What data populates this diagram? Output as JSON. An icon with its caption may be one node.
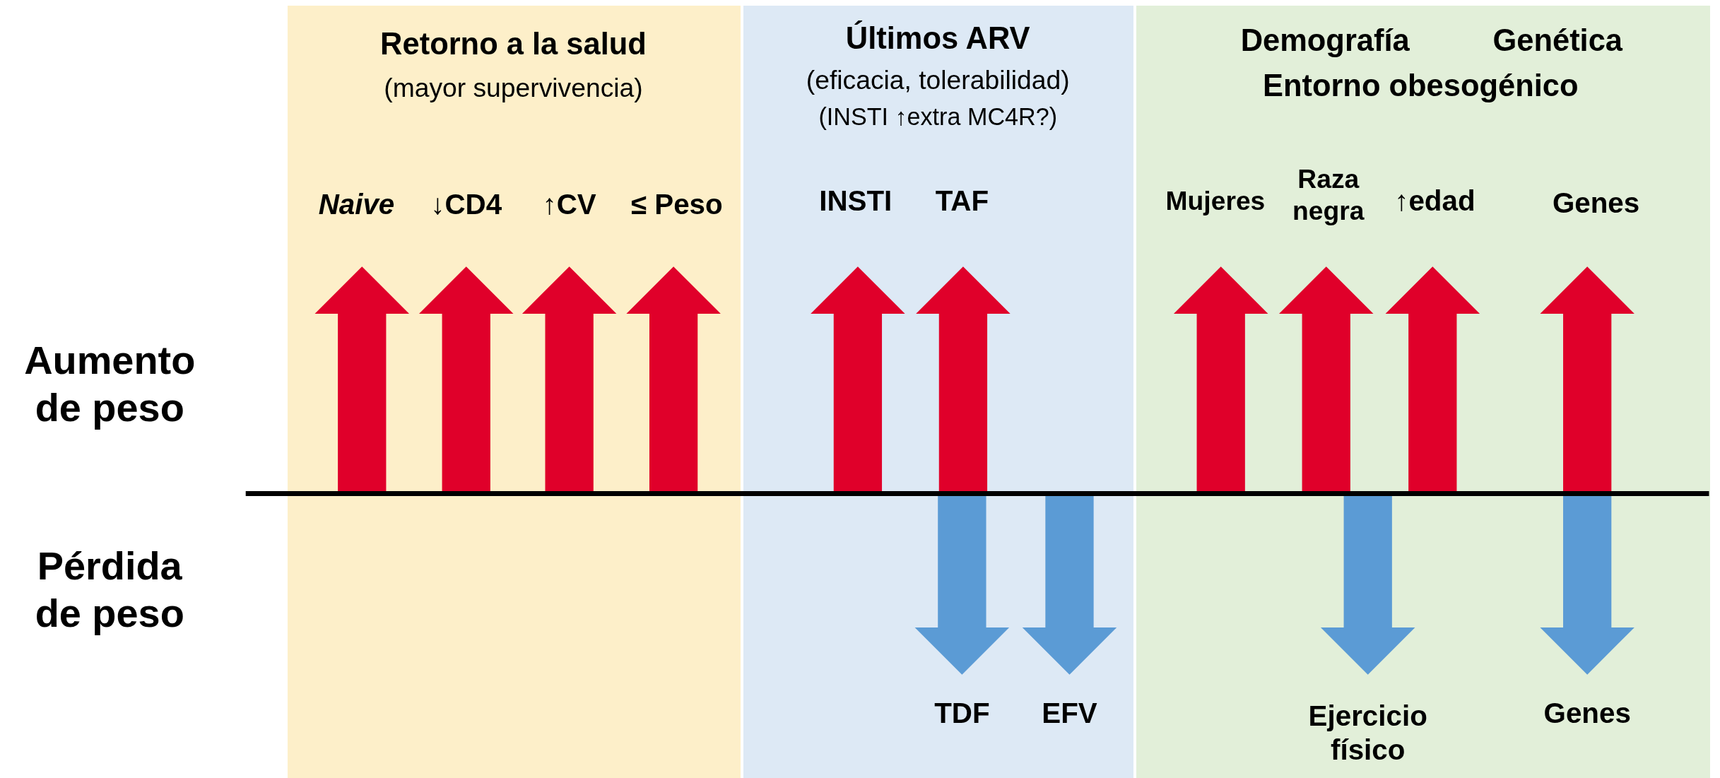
{
  "diagram": {
    "nodes": [
      {
        "text": [
          "Retorno a la salud",
          "(mayor supervivencia)"
        ]
      },
      {
        "text": [
          "Últimos ARV",
          "(eficacia, tolerabilidad)",
          "(INSTI ↑extra MC4R?)"
        ]
      },
      {
        "text": [
          "Demografía",
          "Genética",
          "Entorno obesogénico"
        ]
      }
    ],
    "labels": [
      "Aumento de peso",
      "Pérdida de peso",
      "Naive",
      "↓CD4",
      "↑CV",
      "≤ Peso",
      "INSTI",
      "TAF",
      "Mujeres",
      "Raza negra",
      "↑edad",
      "Genes",
      "TDF",
      "EFV",
      "Ejercicio físico",
      "Genes"
    ]
  }
}
